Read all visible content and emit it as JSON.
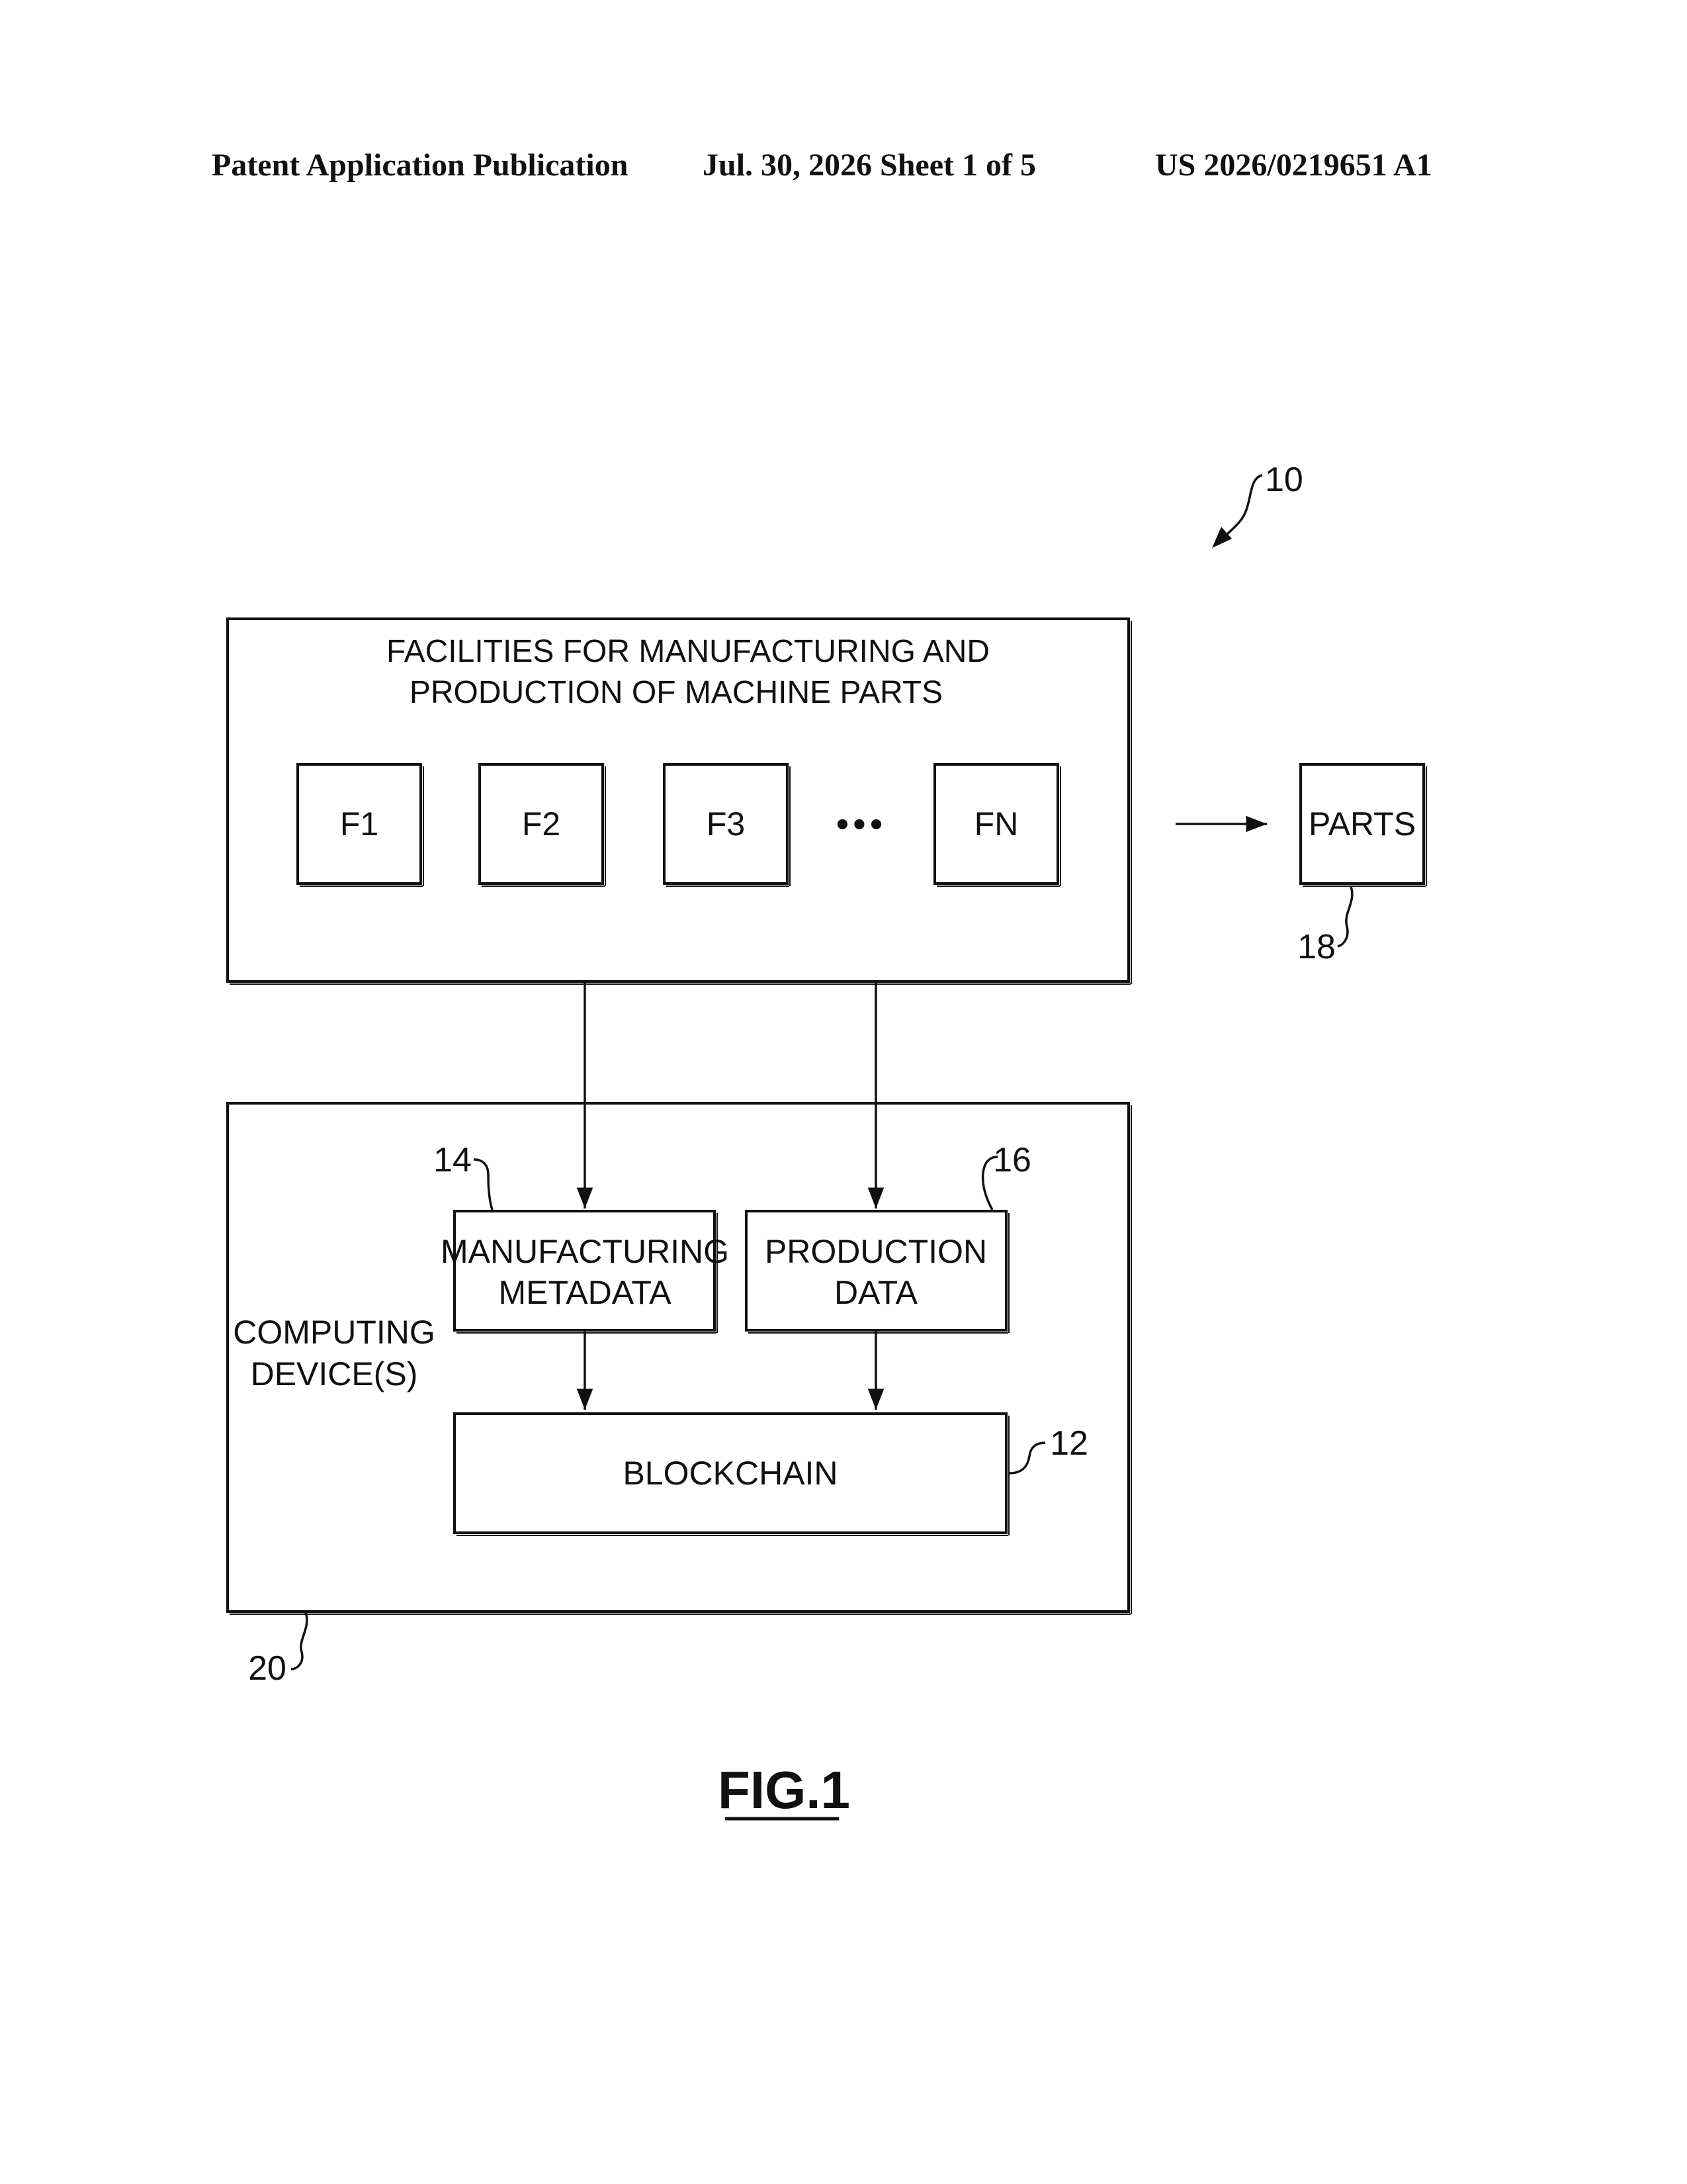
{
  "header": {
    "publication": "Patent Application Publication",
    "date_sheet": "Jul. 30, 2026   Sheet 1 of 5",
    "number": "US 2026/0219651 A1"
  },
  "figure": {
    "ref_system": "10",
    "facilities": {
      "title_line1": "FACILITIES  FOR  MANUFACTURING  AND",
      "title_line2": "PRODUCTION  OF  MACHINE  PARTS",
      "items": [
        "F1",
        "F2",
        "F3",
        "FN"
      ],
      "ellipsis": "•••"
    },
    "parts": {
      "label": "PARTS",
      "ref": "18"
    },
    "computing": {
      "label_line1": "COMPUTING",
      "label_line2": "DEVICE(S)",
      "ref": "20"
    },
    "metadata": {
      "line1": "MANUFACTURING",
      "line2": "METADATA",
      "ref": "14"
    },
    "production": {
      "line1": "PRODUCTION",
      "line2": "DATA",
      "ref": "16"
    },
    "blockchain": {
      "label": "BLOCKCHAIN",
      "ref": "12"
    },
    "caption": "FIG.1"
  }
}
